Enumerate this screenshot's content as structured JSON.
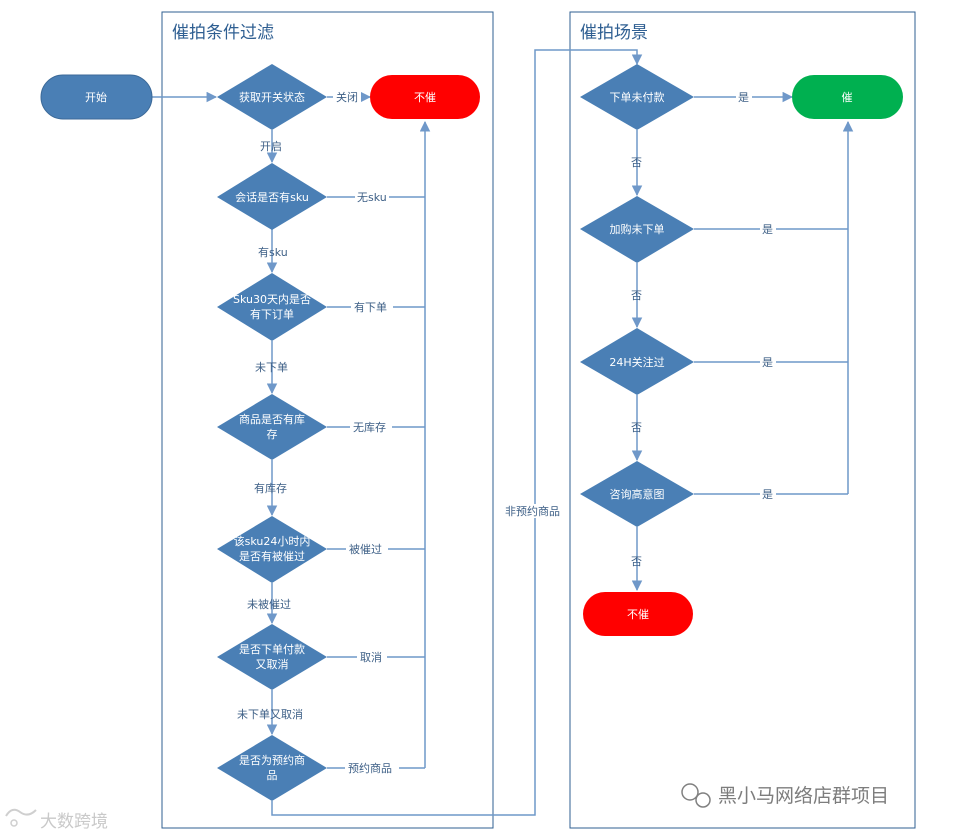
{
  "panels": {
    "filter_title": "催拍条件过滤",
    "scene_title": "催拍场景"
  },
  "nodes": {
    "start": "开始",
    "get_switch_line1": "获取开关状态",
    "session_sku_line1": "会话是否有sku",
    "sku30_line1": "Sku30天内是否",
    "sku30_line2": "有下订单",
    "stock_line1": "商品是否有库",
    "stock_line2": "存",
    "urged24_line1": "该sku24小时内",
    "urged24_line2": "是否有被催过",
    "cancel_line1": "是否下单付款",
    "cancel_line2": "又取消",
    "presale_line1": "是否为预约商",
    "presale_line2": "品",
    "no_urge_top": "不催",
    "unpaid": "下单未付款",
    "cart": "加购未下单",
    "follow24": "24H关注过",
    "consult": "咨询高意图",
    "urge": "催",
    "no_urge_bottom": "不催"
  },
  "edges": {
    "closed": "关闭",
    "opened": "开启",
    "no_sku": "无sku",
    "has_sku": "有sku",
    "has_order": "有下单",
    "no_order": "未下单",
    "out_of_stock": "无库存",
    "in_stock": "有库存",
    "urged": "被催过",
    "not_urged": "未被催过",
    "cancelled": "取消",
    "not_cancelled": "未下单又取消",
    "presale": "预约商品",
    "non_presale": "非预约商品",
    "yes1": "是",
    "yes2": "是",
    "yes3": "是",
    "yes4": "是",
    "no1": "否",
    "no2": "否",
    "no3": "否",
    "no4": "否"
  },
  "watermark": {
    "left": "大数跨境",
    "right": "黑小马网络店群项目"
  },
  "colors": {
    "node_blue": "#4a7fb5",
    "line_blue": "#6f98c9",
    "no_urge_red": "#ff0000",
    "urge_green": "#00b050",
    "panel_border": "#2f5f92"
  }
}
